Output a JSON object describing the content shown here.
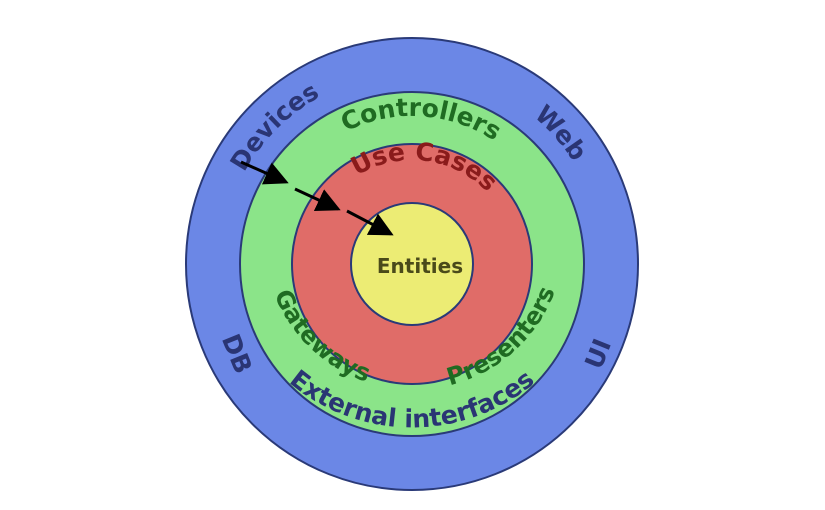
{
  "colors": {
    "outer_ring": "#6b87e6",
    "middle_ring": "#8be489",
    "inner_ring": "#e06c68",
    "core": "#ecec74",
    "ring_stroke": "#2a3a78",
    "outer_text": "#2a3574",
    "middle_text": "#1f6b22",
    "inner_text": "#8a1b1b",
    "core_text": "#4a4a1a",
    "arrow": "#000000"
  },
  "layers": {
    "outer": {
      "labels": {
        "devices": "Devices",
        "web": "Web",
        "db": "DB",
        "ui": "UI",
        "external_interfaces": "External interfaces"
      }
    },
    "middle": {
      "labels": {
        "controllers": "Controllers",
        "gateways": "Gateways",
        "presenters": "Presenters"
      }
    },
    "inner": {
      "labels": {
        "use_cases": "Use Cases"
      }
    },
    "core": {
      "labels": {
        "entities": "Entities"
      }
    }
  },
  "arrows": {
    "count": 3,
    "direction": "inward"
  }
}
